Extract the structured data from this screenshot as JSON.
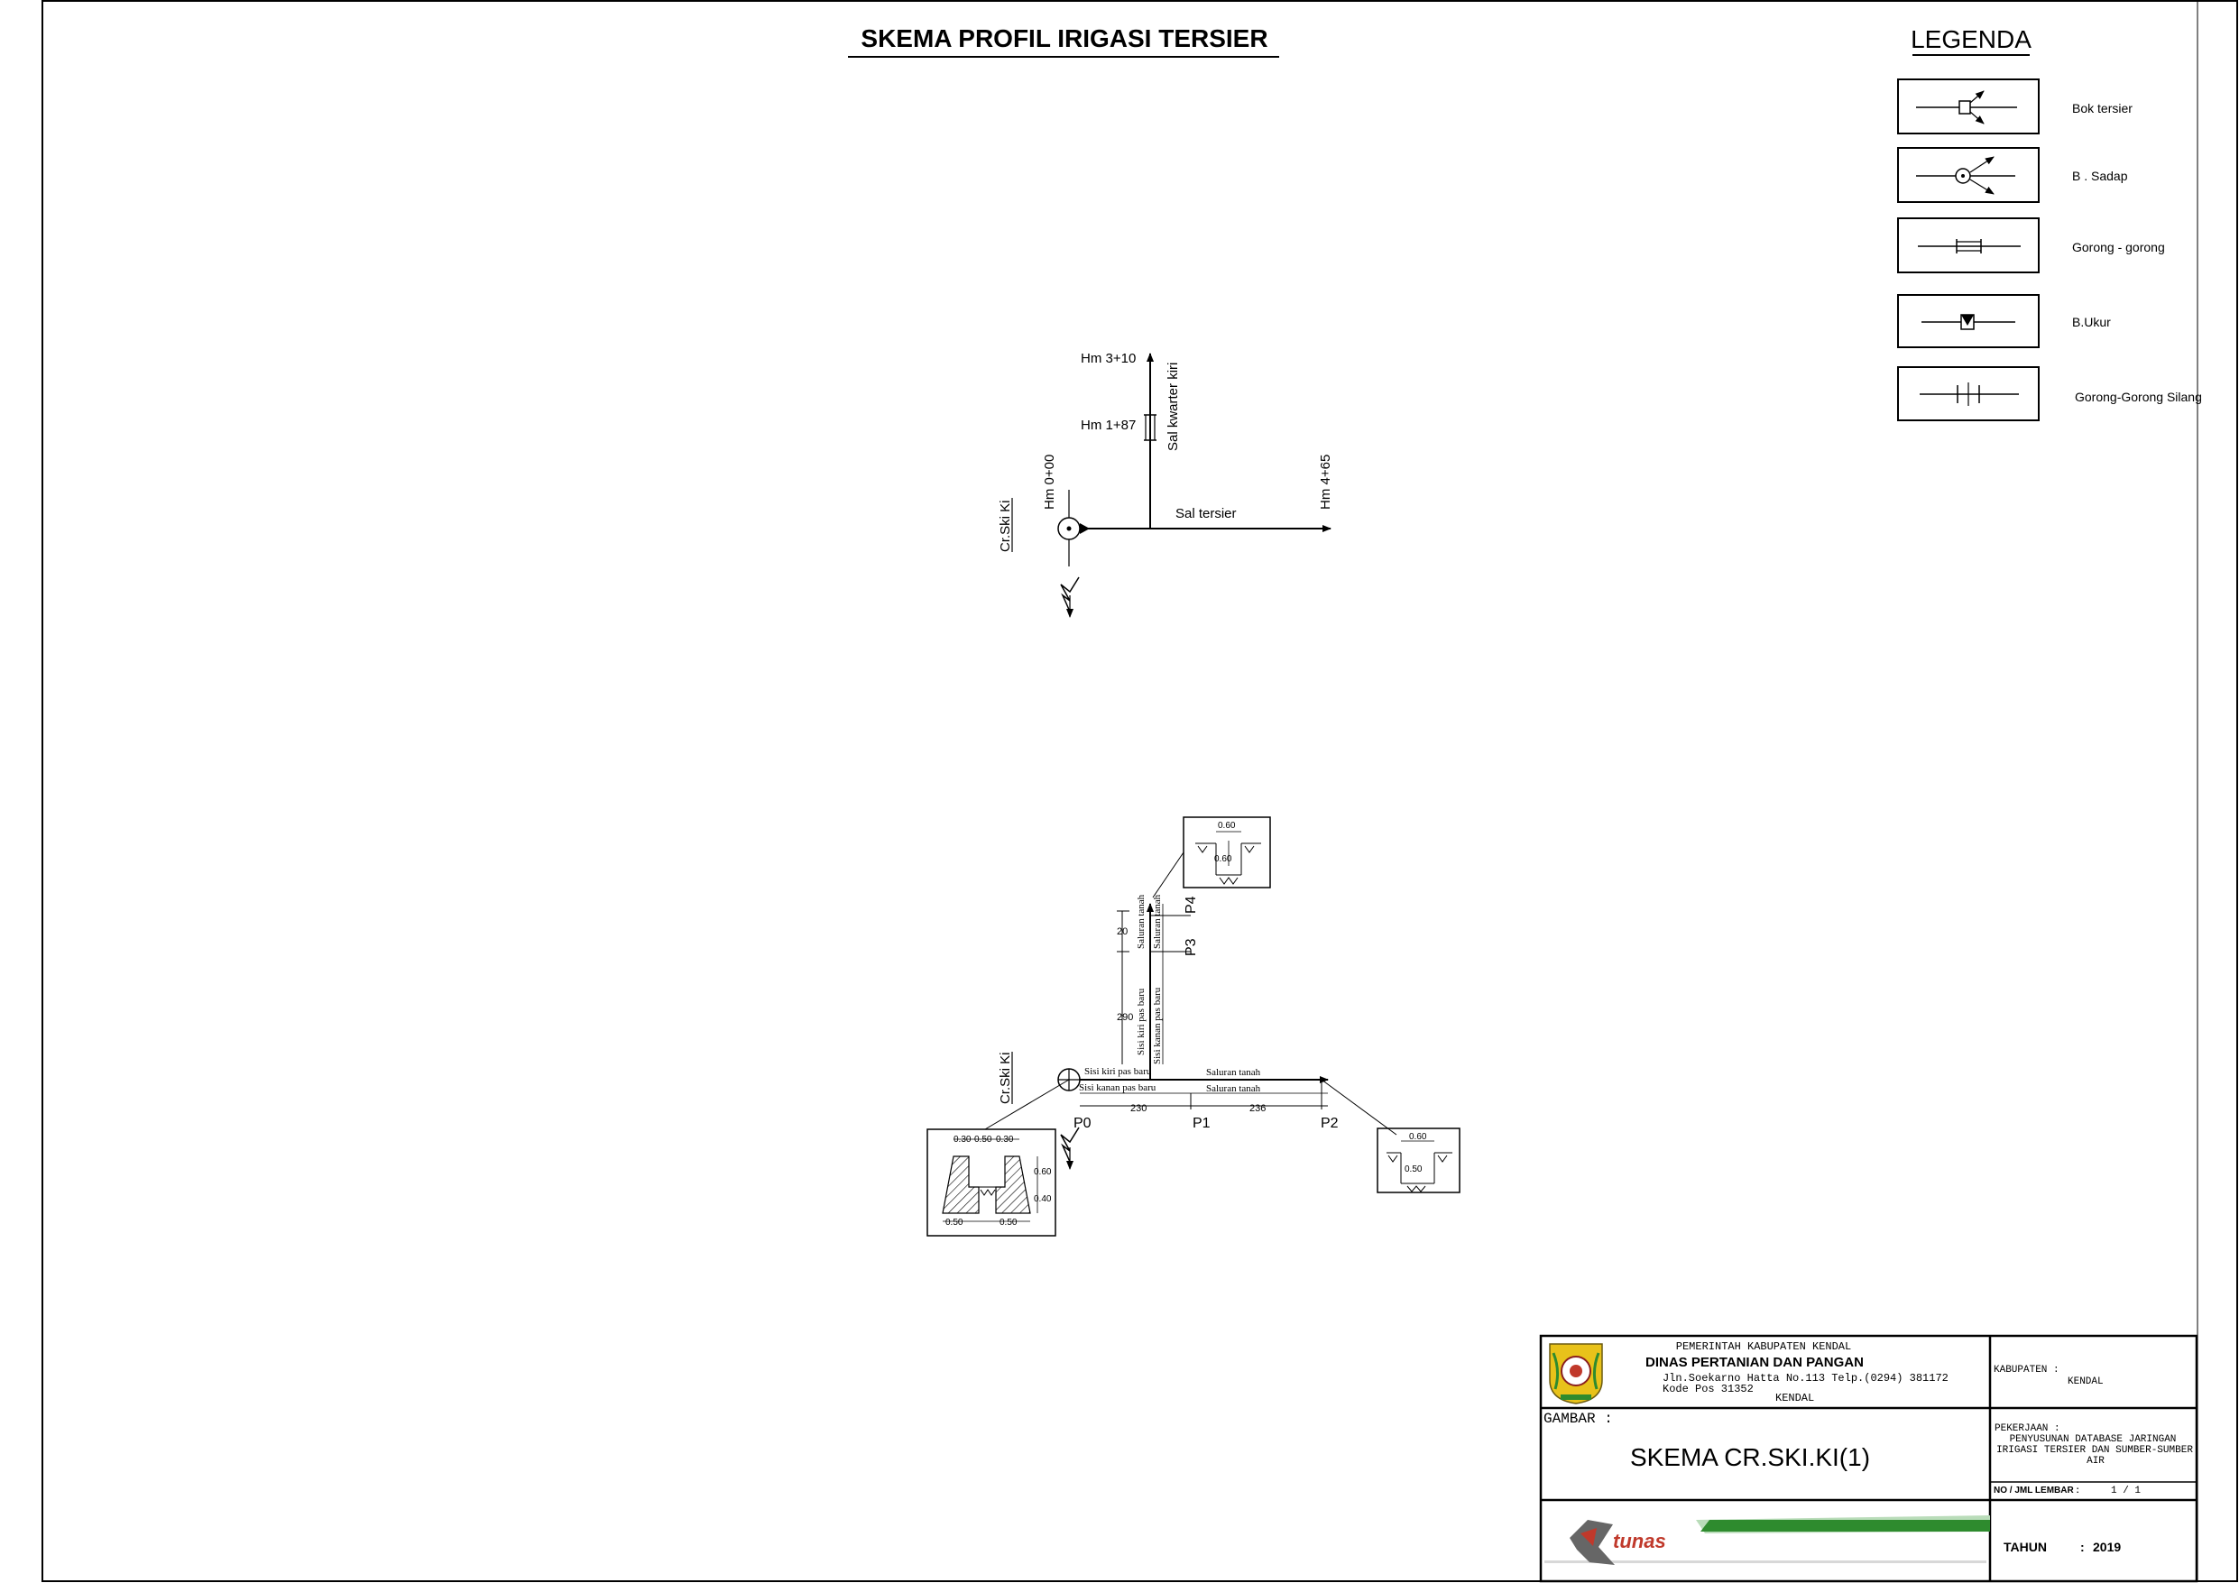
{
  "title": "SKEMA PROFIL IRIGASI TERSIER",
  "legend": {
    "title": "LEGENDA",
    "items": [
      {
        "label": "Bok tersier",
        "icon": "bok-tersier-icon"
      },
      {
        "label": "B . Sadap",
        "icon": "bangunan-sadap-icon"
      },
      {
        "label": "Gorong - gorong",
        "icon": "gorong-gorong-icon"
      },
      {
        "label": "B.Ukur",
        "icon": "bangunan-ukur-icon"
      },
      {
        "label": "Gorong-Gorong Silang",
        "icon": "gorong-gorong-silang-icon"
      }
    ]
  },
  "scheme": {
    "source_label": "Cr.Ski Ki",
    "hm_start": "Hm 0+00",
    "hm_end": "Hm 4+65",
    "hm_mid": "Hm 1+87",
    "hm_top": "Hm 3+10",
    "main_channel": "Sal tersier",
    "branch_channel": "Sal kwarter kiri"
  },
  "profile": {
    "source_label": "Cr.Ski Ki",
    "points": [
      "P0",
      "P1",
      "P2",
      "P3",
      "P4"
    ],
    "segment_lengths": [
      "230",
      "236",
      "290",
      "20"
    ],
    "labels": {
      "left_top": "Sisi kiri pas baru",
      "left_bottom": "Sisi kanan pas baru",
      "right_top": "Saluran tanah",
      "right_bottom": "Saluran tanah",
      "vert_low_1": "Sisi kiri pas baru",
      "vert_low_2": "Sisi kanan pas baru",
      "vert_up_1": "Saluran tanah",
      "vert_up_2": "Saluran tanah"
    },
    "sections": {
      "p0": {
        "top": [
          "0.30",
          "0.50",
          "0.30"
        ],
        "right": [
          "0.60",
          "0.40"
        ],
        "bottom": [
          "0.50",
          "0.50"
        ]
      },
      "p2": {
        "width": "0.60",
        "depth": "0.50"
      },
      "p4": {
        "width": "0.60",
        "depth": "0.60"
      }
    }
  },
  "title_block": {
    "gov": "PEMERINTAH KABUPATEN KENDAL",
    "dept": "DINAS PERTANIAN DAN PANGAN",
    "address": "Jln.Soekarno Hatta No.113 Telp.(0294) 381172",
    "postcode": "Kode Pos 31352",
    "city": "KENDAL",
    "gambar_label": "GAMBAR :",
    "drawing_name": "SKEMA CR.SKI.KI(1)",
    "kabupaten_label": "KABUPATEN :",
    "kabupaten_value": "KENDAL",
    "pekerjaan_label": "PEKERJAAN :",
    "pekerjaan_line1": "PENYUSUNAN DATABASE JARINGAN",
    "pekerjaan_line2": "IRIGASI TERSIER DAN SUMBER-SUMBER",
    "pekerjaan_line3": "AIR",
    "lembar_label": "NO / JML LEMBAR :",
    "lembar_value": "1 / 1",
    "tahun_label": "TAHUN",
    "tahun_sep": ":",
    "tahun_value": "2019",
    "brand": "tunas"
  },
  "colors": {
    "line": "#000000",
    "brand_green": "#2e8b2e",
    "brand_red": "#c0392b",
    "logo_yellow": "#e8c21a"
  }
}
